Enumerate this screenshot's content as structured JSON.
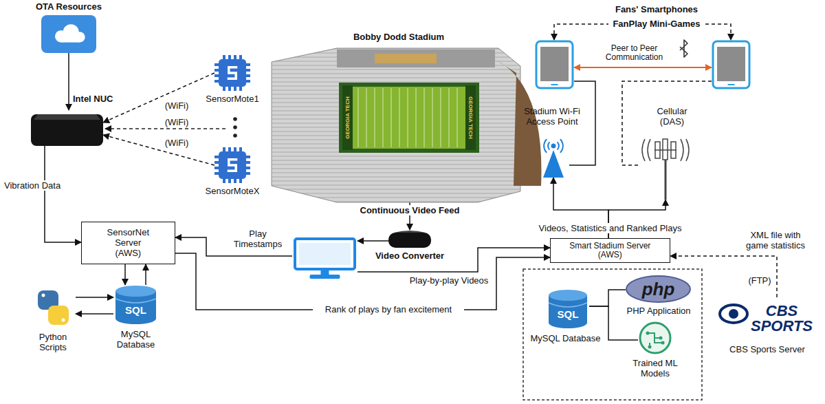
{
  "diagram": {
    "nodes": [
      {
        "text": [
          "OTA Resources"
        ]
      },
      {
        "text": [
          "Intel NUC"
        ]
      },
      {
        "text": [
          "SensorMote1"
        ]
      },
      {
        "text": [
          "SensorMoteX"
        ]
      },
      {
        "text": [
          "Bobby Dodd Stadium"
        ]
      },
      {
        "text": []
      },
      {
        "text": []
      },
      {
        "text": [
          "Stadium Wi-Fi Access Point"
        ]
      },
      {
        "text": [
          "Cellular (DAS)"
        ]
      },
      {
        "text": [
          "SensorNet Server (AWS)"
        ]
      },
      {
        "text": []
      },
      {
        "text": [
          "Video Converter"
        ]
      },
      {
        "text": [
          "Smart Stadium Server (AWS)"
        ]
      },
      {
        "text": [
          "Python Scripts"
        ]
      },
      {
        "text": [
          "SQL",
          "MySQL Database"
        ]
      },
      {
        "text": []
      },
      {
        "text": [
          "SQL",
          "MySQL Database"
        ],
        "in": 15
      },
      {
        "text": [
          "php",
          "PHP Application"
        ],
        "in": 15
      },
      {
        "text": [
          "Trained ML Models"
        ],
        "in": 15
      },
      {
        "text": [
          "CBS SPORTS",
          "CBS Sports Server"
        ]
      }
    ],
    "edges": [
      {
        "from": 0,
        "to": 1,
        "arrow": "to"
      },
      {
        "from": 2,
        "to": 1,
        "label": "(WiFi)",
        "arrow": "to"
      },
      {
        "from": 3,
        "to": 1,
        "label": "(WiFi)",
        "arrow": "to"
      },
      {
        "from": 1,
        "to": 9,
        "label": "Vibration Data",
        "arrow": "to"
      },
      {
        "from": 9,
        "to": 14,
        "arrow": "to"
      },
      {
        "from": 14,
        "to": 9,
        "arrow": "to"
      },
      {
        "from": 13,
        "to": 14,
        "arrow": "to"
      },
      {
        "from": 14,
        "to": 13,
        "arrow": "to"
      },
      {
        "from": 4,
        "to": 11,
        "label": "Continuous Video Feed",
        "arrow": "to"
      },
      {
        "from": 11,
        "to": 10,
        "arrow": "to"
      },
      {
        "from": 10,
        "to": 9,
        "label": "Play Timestamps",
        "arrow": "to"
      },
      {
        "from": 10,
        "to": 12,
        "label": "Play-by-play Videos",
        "arrow": "to"
      },
      {
        "from": 9,
        "to": 12,
        "label": "Rank of plays by fan excitement",
        "arrow": "to"
      },
      {
        "from": 19,
        "to": 12,
        "label": "XML file with game statistics",
        "arrow": "to"
      },
      {
        "from": 12,
        "to": 7,
        "label": "Videos, Statistics and Ranked Plays",
        "arrow": "to"
      },
      {
        "from": 12,
        "to": 8,
        "arrow": "to"
      },
      {
        "from": 5,
        "to": 7,
        "arrow": "none"
      },
      {
        "from": 6,
        "to": 8,
        "arrow": "none"
      },
      {
        "from": 5,
        "to": 6,
        "label": "Peer to Peer Communication",
        "arrow": "both"
      },
      {
        "from": 5,
        "to": 6,
        "label": "FanPlay Mini-Games",
        "arrow": "both"
      },
      {
        "from": 16,
        "to": 17,
        "arrow": "none"
      },
      {
        "from": 16,
        "to": 18,
        "arrow": "none"
      }
    ],
    "labels": [
      "(WiFi)",
      "Fans' Smartphones",
      "(FTP)",
      "GEORGIA TECH",
      "GEORGIA TECH"
    ]
  }
}
